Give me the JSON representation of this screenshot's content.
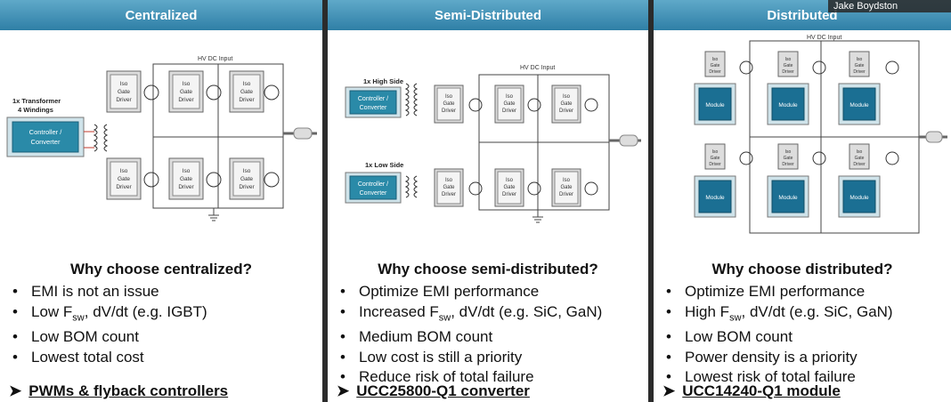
{
  "overlay": {
    "presenter_name": "Jake Boydston"
  },
  "panels": [
    {
      "title": "Centralized",
      "diagram": {
        "hv_label": "HV DC Input",
        "transformer_label_1": "1x Transformer",
        "transformer_label_2": "4 Windings",
        "controller_label_1": "Controller /",
        "controller_label_2": "Converter",
        "iso_l1": "Iso",
        "iso_l2": "Gate",
        "iso_l3": "Driver"
      },
      "heading": "Why choose centralized?",
      "points": [
        "EMI is not an issue",
        "Low F",
        "sw",
        ", dV/dt (e.g. IGBT)",
        "Low BOM count",
        "Lowest total cost"
      ],
      "arrow_item": "PWMs & flyback controllers"
    },
    {
      "title": "Semi-Distributed",
      "diagram": {
        "hv_label": "HV DC Input",
        "high_side_label": "1x High Side",
        "low_side_label": "1x Low Side",
        "controller_label_1": "Controller /",
        "controller_label_2": "Converter",
        "iso_l1": "Iso",
        "iso_l2": "Gate",
        "iso_l3": "Driver"
      },
      "heading": "Why choose semi-distributed?",
      "points": [
        "Optimize EMI performance",
        "Increased F",
        "sw",
        ", dV/dt (e.g. SiC, GaN)",
        "Medium BOM count",
        "Low cost is still a priority",
        "Reduce risk of total failure"
      ],
      "arrow_item": "UCC25800-Q1 converter"
    },
    {
      "title": "Distributed",
      "diagram": {
        "hv_label": "HV DC Input",
        "module_label": "Module",
        "iso_l1": "Iso",
        "iso_l2": "Gate",
        "iso_l3": "Driver"
      },
      "heading": "Why choose distributed?",
      "points": [
        "Optimize EMI performance",
        "High F",
        "sw",
        ", dV/dt (e.g. SiC, GaN)",
        "Low BOM count",
        "Power density is a priority",
        "Lowest risk of total failure"
      ],
      "arrow_item": "UCC14240-Q1 module"
    }
  ],
  "colors": {
    "header_blue": "#3b8db3",
    "controller_teal": "#2a8aa8",
    "module_blue": "#1b6f93"
  }
}
